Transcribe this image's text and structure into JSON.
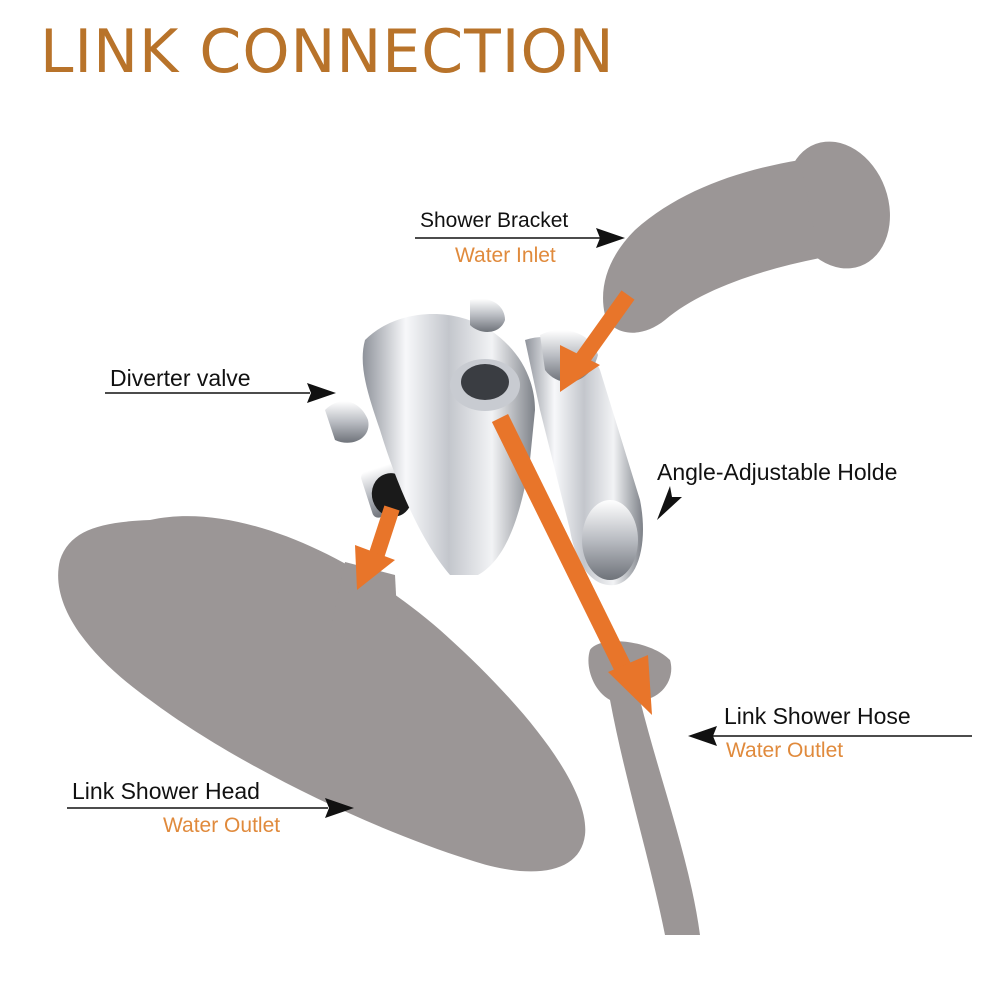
{
  "title": "LINK CONNECTION",
  "colors": {
    "title": "#b8732a",
    "accent_orange": "#e8752a",
    "label_orange": "#e08a3c",
    "label_dark": "#111111",
    "silhouette_grey": "#9b9696",
    "chrome": "#d9dbe0"
  },
  "labels": {
    "shower_bracket": "Shower Bracket",
    "water_inlet": "Water Inlet",
    "diverter_valve": "Diverter valve",
    "angle_holder": "Angle-Adjustable Holde",
    "link_shower_hose": "Link Shower Hose",
    "hose_water_outlet": "Water Outlet",
    "link_shower_head": "Link Shower Head",
    "head_water_outlet": "Water Outlet"
  }
}
